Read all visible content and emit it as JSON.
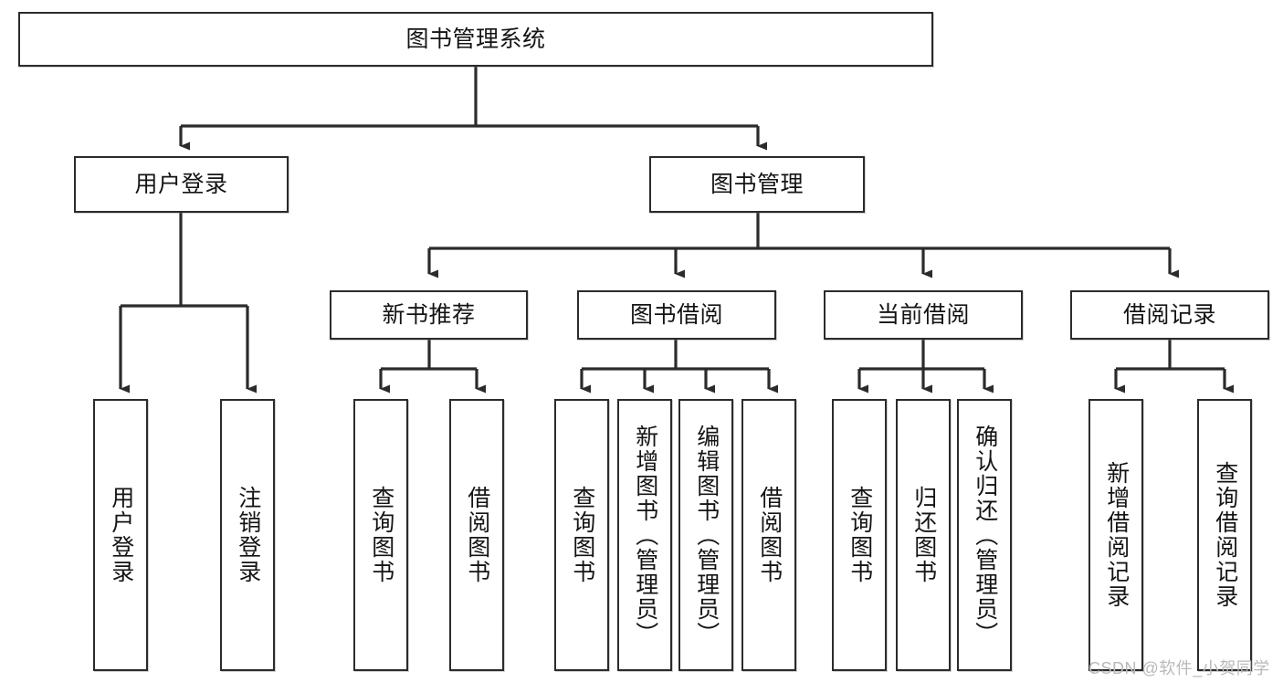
{
  "diagram": {
    "title": "图书管理系统",
    "type": "tree-hierarchy-chart",
    "watermark": "CSDN @软件_小贺同学",
    "nodes": {
      "root": {
        "label": "图书管理系统"
      },
      "level1": [
        {
          "id": "user-login",
          "label": "用户登录"
        },
        {
          "id": "book-manage",
          "label": "图书管理"
        }
      ],
      "level2": [
        {
          "id": "new-book-recommend",
          "label": "新书推荐"
        },
        {
          "id": "book-borrow",
          "label": "图书借阅"
        },
        {
          "id": "current-borrow",
          "label": "当前借阅"
        },
        {
          "id": "borrow-record",
          "label": "借阅记录"
        }
      ],
      "leaves": {
        "user_login": [
          {
            "id": "leaf-user-login",
            "label": "用户登录"
          },
          {
            "id": "leaf-logout-login",
            "label": "注销登录"
          }
        ],
        "new_book_recommend": [
          {
            "id": "leaf-query-book-1",
            "label": "查询图书"
          },
          {
            "id": "leaf-borrow-book-1",
            "label": "借阅图书"
          }
        ],
        "book_borrow": [
          {
            "id": "leaf-query-book-2",
            "label": "查询图书"
          },
          {
            "id": "leaf-add-book",
            "label": "新增图书（管理员）"
          },
          {
            "id": "leaf-edit-book",
            "label": "编辑图书（管理员）"
          },
          {
            "id": "leaf-borrow-book-2",
            "label": "借阅图书"
          }
        ],
        "current_borrow": [
          {
            "id": "leaf-query-book-3",
            "label": "查询图书"
          },
          {
            "id": "leaf-return-book",
            "label": "归还图书"
          },
          {
            "id": "leaf-confirm-return",
            "label": "确认归还（管理员）"
          }
        ],
        "borrow_record": [
          {
            "id": "leaf-add-record",
            "label": "新增借阅记录"
          },
          {
            "id": "leaf-query-record",
            "label": "查询借阅记录"
          }
        ]
      }
    },
    "colors": {
      "stroke": "#2b2b2b",
      "fill": "#ffffff",
      "text": "#141414",
      "watermark": "#b9b9b9"
    }
  }
}
